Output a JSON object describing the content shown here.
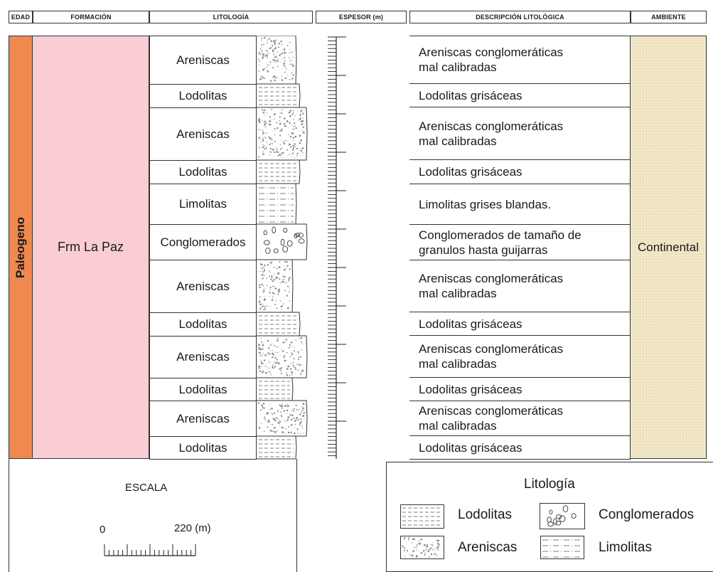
{
  "headers": {
    "edad": "EDAD",
    "formacion": "FORMACIÓN",
    "litologia": "LITOLOGÍA",
    "espesor": "ESPESOR (m)",
    "descripcion": "DESCRIPCIÓN LITOLÓGICA",
    "ambiente": "AMBIENTE"
  },
  "edad": "Paleogeno",
  "formacion": "Frm La Paz",
  "ambiente": "Continental",
  "colors": {
    "edad": "#f0894f",
    "formacion": "#f9cdd3",
    "ambiente": "#f2e8c8"
  },
  "layers": [
    {
      "name": "Areniscas",
      "desc": [
        "Areniscas conglomeráticas",
        "mal calibradas"
      ],
      "pattern": "arenisca"
    },
    {
      "name": "Lodolitas",
      "desc": [
        "Lodolitas grisáceas"
      ],
      "pattern": "lodolita"
    },
    {
      "name": "Areniscas",
      "desc": [
        "Areniscas conglomeráticas",
        "mal calibradas"
      ],
      "pattern": "arenisca"
    },
    {
      "name": "Lodolitas",
      "desc": [
        "Lodolitas grisáceas"
      ],
      "pattern": "lodolita"
    },
    {
      "name": "Limolitas",
      "desc": [
        "Limolitas grises blandas."
      ],
      "pattern": "limolita"
    },
    {
      "name": "Conglomerados",
      "desc": [
        "Conglomerados de tamaño de",
        "granulos hasta guijarras"
      ],
      "pattern": "conglomerado"
    },
    {
      "name": "Areniscas",
      "desc": [
        "Areniscas conglomeráticas",
        "mal calibradas"
      ],
      "pattern": "arenisca"
    },
    {
      "name": "Lodolitas",
      "desc": [
        "Lodolitas grisáceas"
      ],
      "pattern": "lodolita"
    },
    {
      "name": "Areniscas",
      "desc": [
        "Areniscas conglomeráticas",
        "mal calibradas"
      ],
      "pattern": "arenisca"
    },
    {
      "name": "Lodolitas",
      "desc": [
        "Lodolitas grisáceas"
      ],
      "pattern": "lodolita"
    },
    {
      "name": "Areniscas",
      "desc": [
        "Areniscas conglomeráticas",
        "mal calibradas"
      ],
      "pattern": "arenisca"
    },
    {
      "name": "Lodolitas",
      "desc": [
        "Lodolitas grisáceas"
      ],
      "pattern": "lodolita"
    }
  ],
  "escala": {
    "title": "ESCALA",
    "min_label": "0",
    "max_label": "220 (m)"
  },
  "legend": {
    "title": "Litología",
    "items": [
      {
        "label": "Lodolitas",
        "pattern": "lodolita"
      },
      {
        "label": "Conglomerados",
        "pattern": "conglomerado"
      },
      {
        "label": "Areniscas",
        "pattern": "arenisca"
      },
      {
        "label": "Limolitas",
        "pattern": "limolita"
      }
    ]
  }
}
